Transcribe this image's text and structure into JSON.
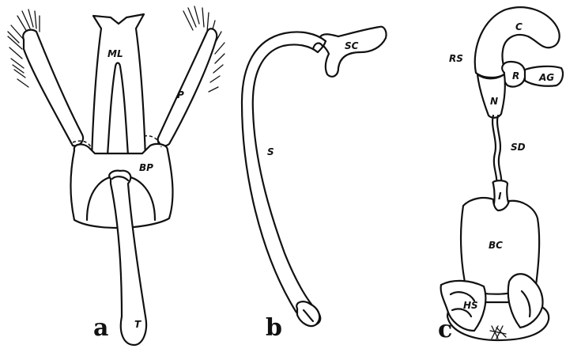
{
  "panels": {
    "a": {
      "letter": "a",
      "labels": {
        "ml": "ML",
        "p": "P",
        "bp": "BP",
        "t": "T"
      }
    },
    "b": {
      "letter": "b",
      "labels": {
        "sc": "SC",
        "s": "S"
      }
    },
    "c": {
      "letter": "c",
      "labels": {
        "c": "C",
        "rs": "RS",
        "r": "R",
        "ag": "AG",
        "n": "N",
        "sd": "SD",
        "i": "I",
        "bc": "BC",
        "hs": "HS"
      }
    }
  },
  "colors": {
    "ink": "#111111",
    "background": "#ffffff"
  }
}
